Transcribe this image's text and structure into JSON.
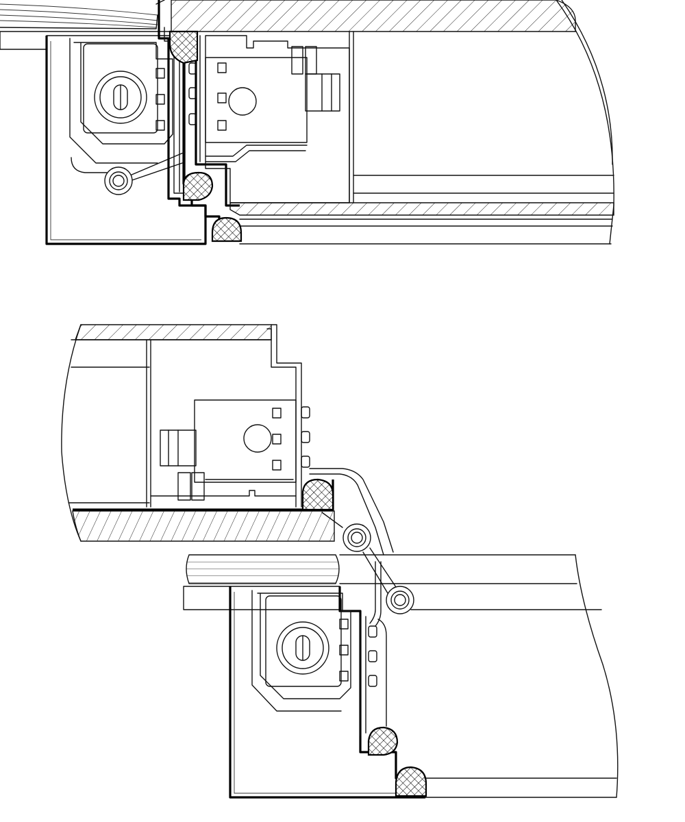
{
  "drawing": {
    "views": [
      {
        "id": "closed-position",
        "depiction": "cross-section-hinge-closed"
      },
      {
        "id": "open-position",
        "depiction": "cross-section-hinge-open"
      }
    ],
    "colors": {
      "line": "#000000",
      "background": "#ffffff"
    },
    "icons": [
      "gasket-seal-icon",
      "hinge-pivot-icon",
      "adjustment-screw-icon"
    ]
  }
}
